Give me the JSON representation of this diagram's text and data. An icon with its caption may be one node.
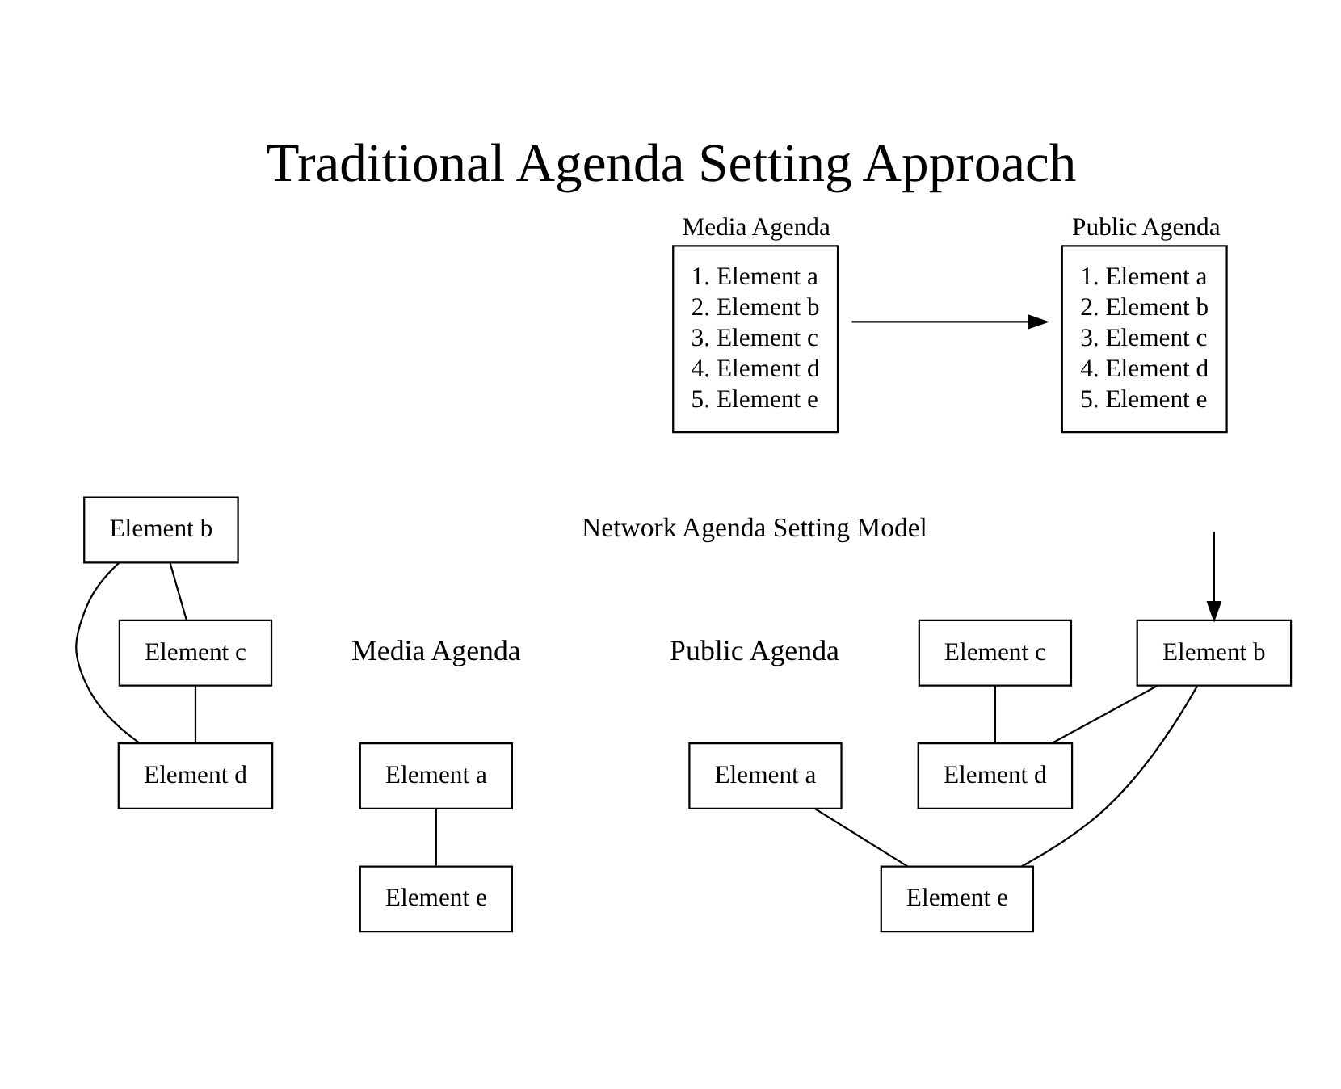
{
  "diagram": {
    "title": "Traditional Agenda Setting Approach",
    "nodes": [
      {
        "text": [
          "Media Agenda",
          "1. Element a",
          "2. Element b",
          "3. Element c",
          "4. Element d",
          "5. Element e"
        ]
      },
      {
        "text": [
          "Public Agenda",
          "1. Element a",
          "2. Element b",
          "3. Element c",
          "4. Element d",
          "5. Element e"
        ]
      },
      {
        "text": [
          "Element a"
        ]
      },
      {
        "text": [
          "Element d"
        ]
      },
      {
        "text": [
          "Element b"
        ]
      },
      {
        "text": [
          "Element e"
        ]
      },
      {
        "text": [
          "Element c"
        ]
      },
      {
        "text": [
          "Element a"
        ]
      },
      {
        "text": [
          "Element d"
        ]
      },
      {
        "text": [
          "Element b"
        ]
      },
      {
        "text": [
          "Element e"
        ]
      },
      {
        "text": [
          "Element c"
        ]
      }
    ],
    "edges": [
      {
        "from": 0,
        "to": 1,
        "arrow": "to"
      },
      {
        "from": 2,
        "to": 5,
        "arrow": "none"
      },
      {
        "from": 4,
        "to": 3,
        "arrow": "none"
      },
      {
        "from": 4,
        "to": 6,
        "arrow": "none"
      },
      {
        "from": 6,
        "to": 3,
        "arrow": "none"
      },
      {
        "from": null,
        "to": 9,
        "arrow": "to"
      },
      {
        "from": 9,
        "to": 8,
        "arrow": "none"
      },
      {
        "from": 7,
        "to": 10,
        "arrow": "none"
      },
      {
        "from": 9,
        "to": 10,
        "arrow": "none"
      },
      {
        "from": 11,
        "to": 8,
        "arrow": "none"
      }
    ],
    "labels": [
      "Network Agenda Setting Model",
      "Media Agenda",
      "Public Agenda"
    ]
  }
}
